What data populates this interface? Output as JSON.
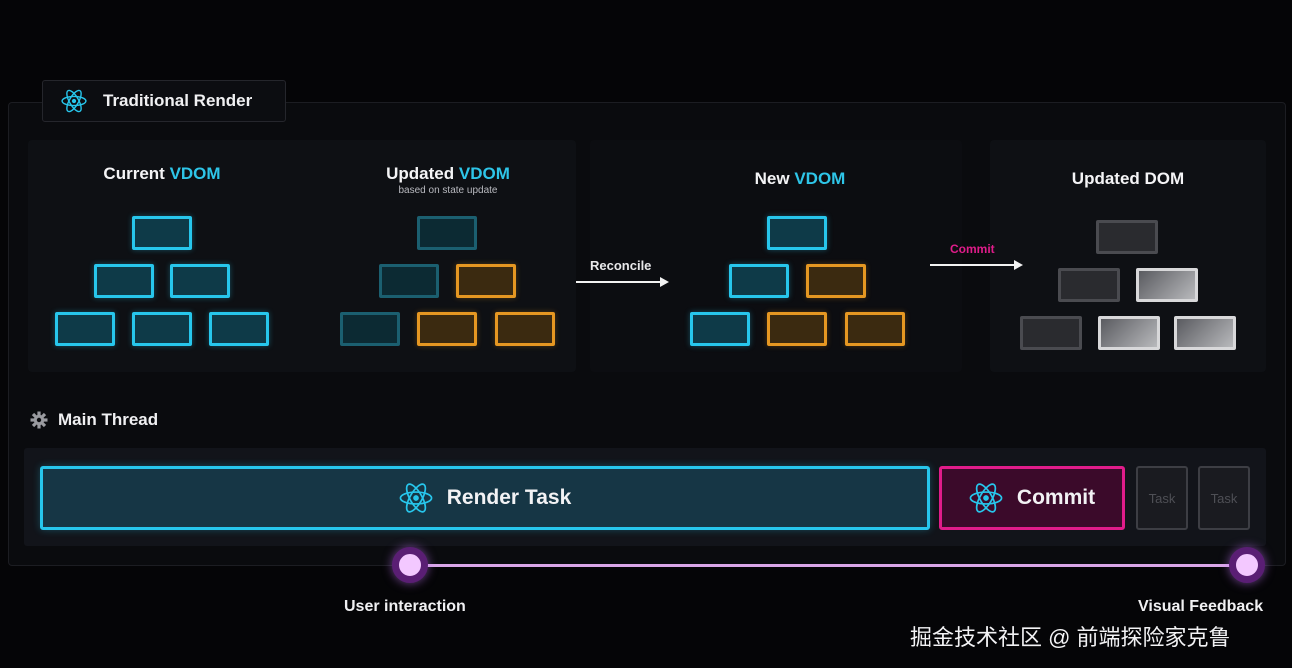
{
  "header": {
    "title": "Traditional Render",
    "icon": "react-icon"
  },
  "columns": {
    "current": {
      "title": "Current",
      "accent": "VDOM"
    },
    "updated": {
      "title": "Updated",
      "accent": "VDOM",
      "subtitle": "based on state update"
    },
    "new": {
      "title": "New",
      "accent": "VDOM"
    },
    "dom": {
      "title": "Updated DOM"
    }
  },
  "arrows": {
    "reconcile": "Reconcile",
    "commit": "Commit"
  },
  "main_thread": {
    "label": "Main Thread",
    "icon": "gear-icon"
  },
  "tasks": {
    "render": "Render Task",
    "commit": "Commit",
    "task1": "Task",
    "task2": "Task"
  },
  "timeline": {
    "start": "User interaction",
    "end": "Visual Feedback"
  },
  "watermark": "掘金技术社区 @ 前端探险家克鲁",
  "colors": {
    "cyan": "#27c6ec",
    "orange": "#e59722",
    "magenta": "#e01c8a",
    "timeline": "#d9a6e8",
    "gray": "#4a4b50"
  }
}
